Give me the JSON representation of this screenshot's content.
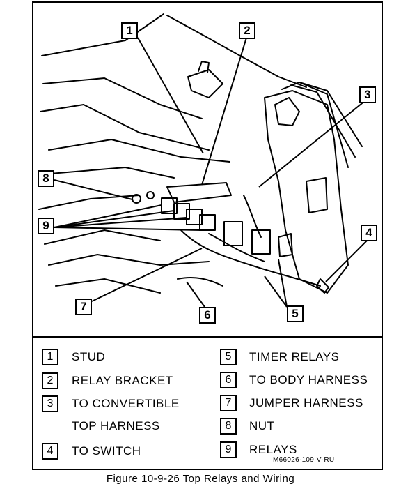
{
  "callouts": {
    "stud": "1",
    "relay_bracket": "2",
    "to_convertible_top_harness": "3",
    "to_switch": "4",
    "timer_relays": "5",
    "to_body_harness": "6",
    "jumper_harness": "7",
    "nut": "8",
    "relays": "9"
  },
  "legend": {
    "left": [
      {
        "num": "1",
        "label": "STUD"
      },
      {
        "num": "2",
        "label": "RELAY BRACKET"
      },
      {
        "num": "3",
        "label": "TO CONVERTIBLE",
        "label2": "TOP HARNESS"
      },
      {
        "num": "4",
        "label": "TO SWITCH"
      }
    ],
    "right": [
      {
        "num": "5",
        "label": "TIMER RELAYS"
      },
      {
        "num": "6",
        "label": "TO BODY HARNESS"
      },
      {
        "num": "7",
        "label": "JUMPER HARNESS"
      },
      {
        "num": "8",
        "label": "NUT"
      },
      {
        "num": "9",
        "label": "RELAYS"
      }
    ]
  },
  "drawing_code": "M66026·109·V·RU",
  "caption": "Figure 10-9-26 Top Relays and Wiring"
}
